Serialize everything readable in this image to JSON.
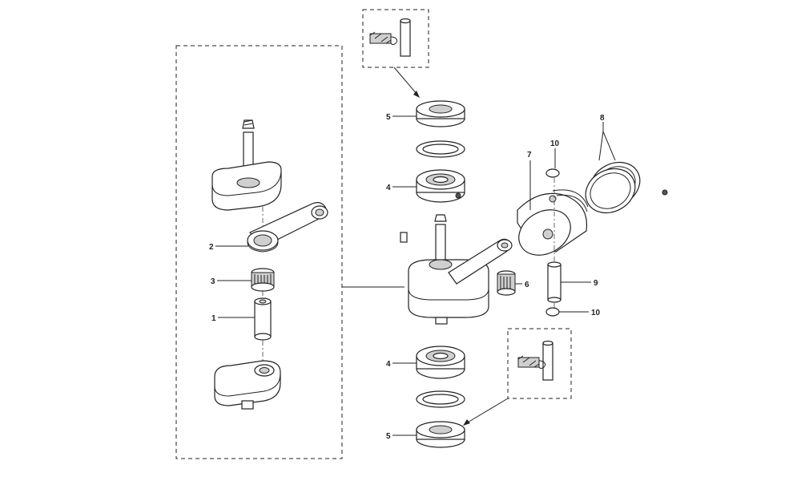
{
  "diagram": {
    "callouts": {
      "c1": "1",
      "c2": "2",
      "c3": "3",
      "c4_top": "4",
      "c4_bottom": "4",
      "c5_top": "5",
      "c5_bottom": "5",
      "c6": "6",
      "c7": "7",
      "c8": "8",
      "c9": "9",
      "c10_top": "10",
      "c10_bottom": "10"
    }
  }
}
